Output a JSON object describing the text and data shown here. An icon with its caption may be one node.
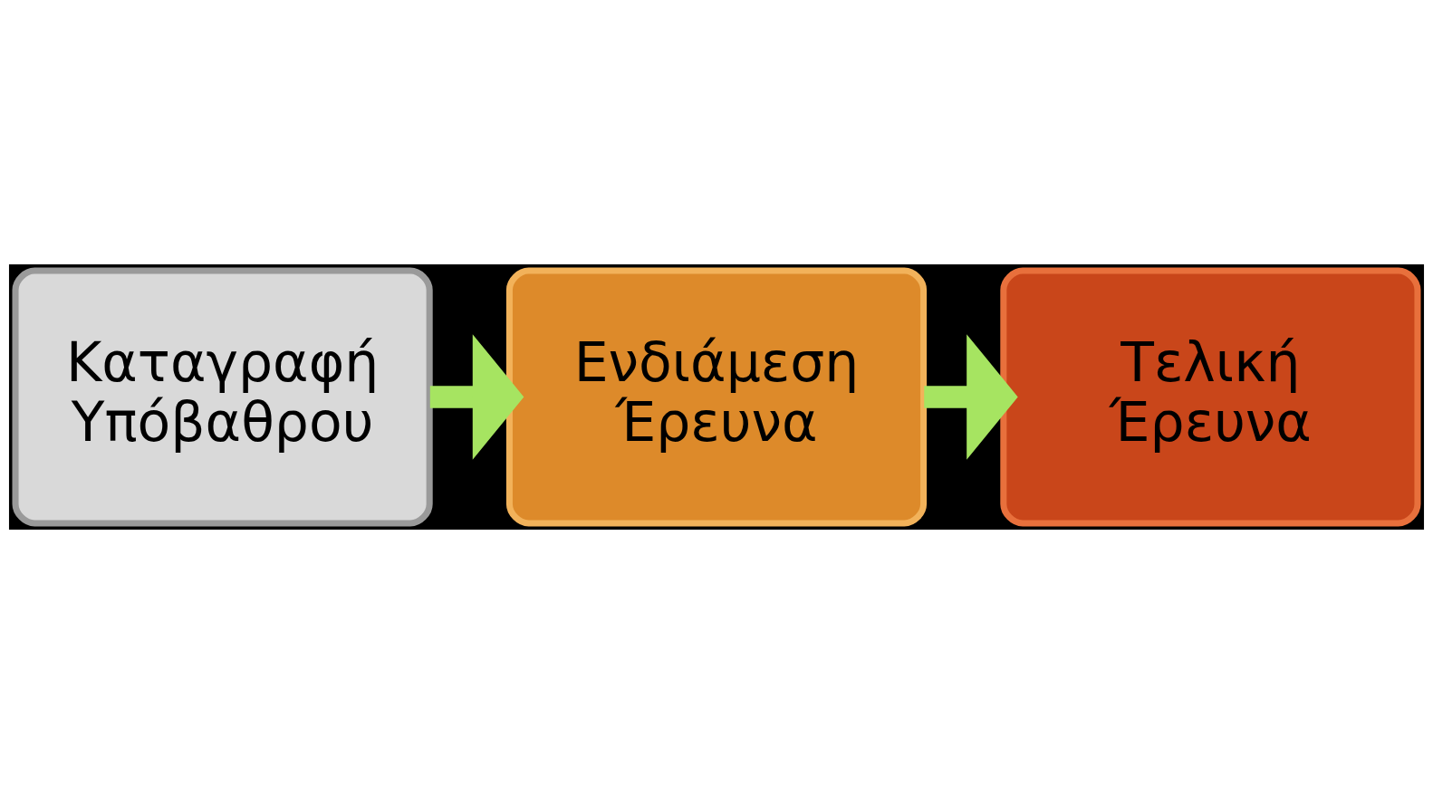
{
  "diagram": {
    "nodes": [
      {
        "text": [
          "Καταγραφή Υπόβαθρου"
        ]
      },
      {
        "text": [
          "Ενδιάμεση Έρευνα"
        ]
      },
      {
        "text": [
          "Τελική Έρευνα"
        ]
      }
    ],
    "edges": [
      {
        "from": 0,
        "to": 1,
        "arrow": "to"
      },
      {
        "from": 1,
        "to": 2,
        "arrow": "to"
      }
    ]
  }
}
